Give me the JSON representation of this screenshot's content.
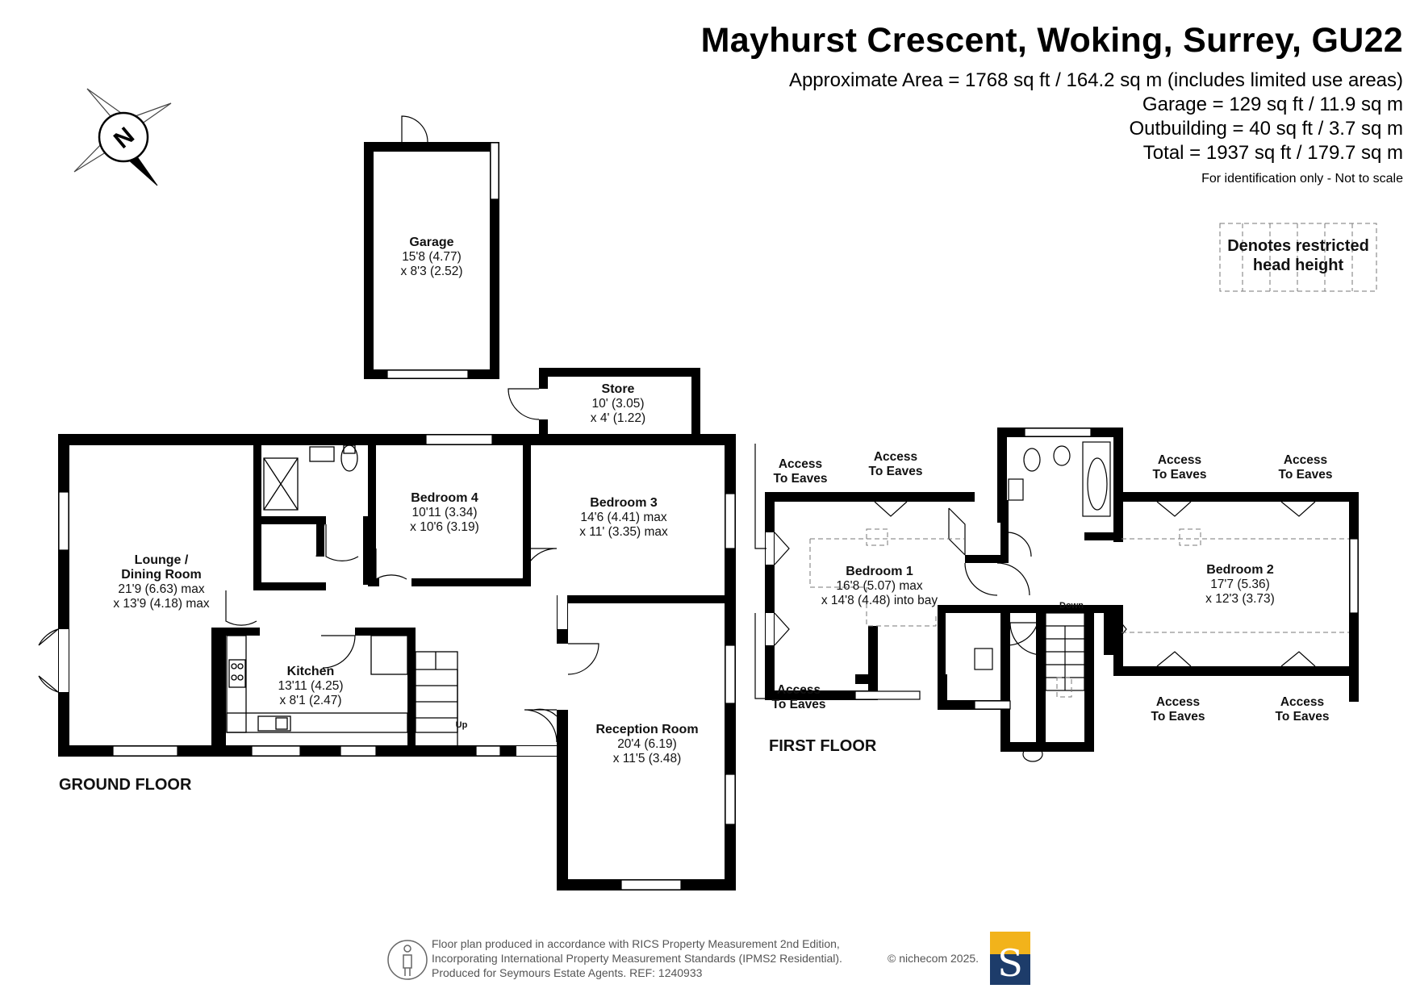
{
  "header": {
    "title": "Mayhurst Crescent, Woking, Surrey, GU22",
    "area_line": "Approximate Area = 1768 sq ft / 164.2 sq m (includes limited use areas)",
    "garage_line": "Garage = 129 sq ft / 11.9 sq m",
    "outbuilding_line": "Outbuilding = 40 sq ft / 3.7 sq m",
    "total_line": "Total = 1937 sq ft / 179.7 sq m",
    "disclaimer": "For identification only - Not to scale"
  },
  "legend": {
    "line1": "Denotes restricted",
    "line2": "head height"
  },
  "compass": {
    "letter": "N"
  },
  "floors": {
    "ground": "GROUND FLOOR",
    "first": "FIRST FLOOR"
  },
  "rooms": {
    "garage": {
      "name": "Garage",
      "dim1": "15'8 (4.77)",
      "dim2": "x 8'3 (2.52)"
    },
    "store": {
      "name": "Store",
      "dim1": "10' (3.05)",
      "dim2": "x 4'  (1.22)"
    },
    "lounge": {
      "name": "Lounge /",
      "name2": "Dining Room",
      "dim1": "21'9 (6.63) max",
      "dim2": "x 13'9 (4.18) max"
    },
    "bedroom4": {
      "name": "Bedroom 4",
      "dim1": "10'11 (3.34)",
      "dim2": "x 10'6 (3.19)"
    },
    "bedroom3": {
      "name": "Bedroom 3",
      "dim1": "14'6 (4.41) max",
      "dim2": "x 11' (3.35) max"
    },
    "kitchen": {
      "name": "Kitchen",
      "dim1": "13'11 (4.25)",
      "dim2": "x 8'1 (2.47)"
    },
    "reception": {
      "name": "Reception Room",
      "dim1": "20'4 (6.19)",
      "dim2": "x 11'5 (3.48)"
    },
    "bedroom1": {
      "name": "Bedroom 1",
      "dim1": "16'8 (5.07) max",
      "dim2": "x 14'8 (4.48) into bay"
    },
    "bedroom2": {
      "name": "Bedroom 2",
      "dim1": "17'7 (5.36)",
      "dim2": "x 12'3 (3.73)"
    }
  },
  "eaves": {
    "line1": "Access",
    "line2": "To Eaves"
  },
  "stairs": {
    "up": "Up",
    "down": "Down"
  },
  "footer": {
    "line1": "Floor plan produced in accordance with RICS Property Measurement 2nd Edition,",
    "line2": "Incorporating International Property Measurement Standards (IPMS2 Residential).",
    "line3": "Produced for Seymours Estate Agents.   REF: 1240933",
    "brand": "© nichecom 2025.",
    "logo_letter": "S"
  },
  "colors": {
    "wall": "#000000",
    "logo_blue": "#1d3c6a",
    "logo_yellow": "#f2b31b",
    "footer_text": "#555555"
  }
}
